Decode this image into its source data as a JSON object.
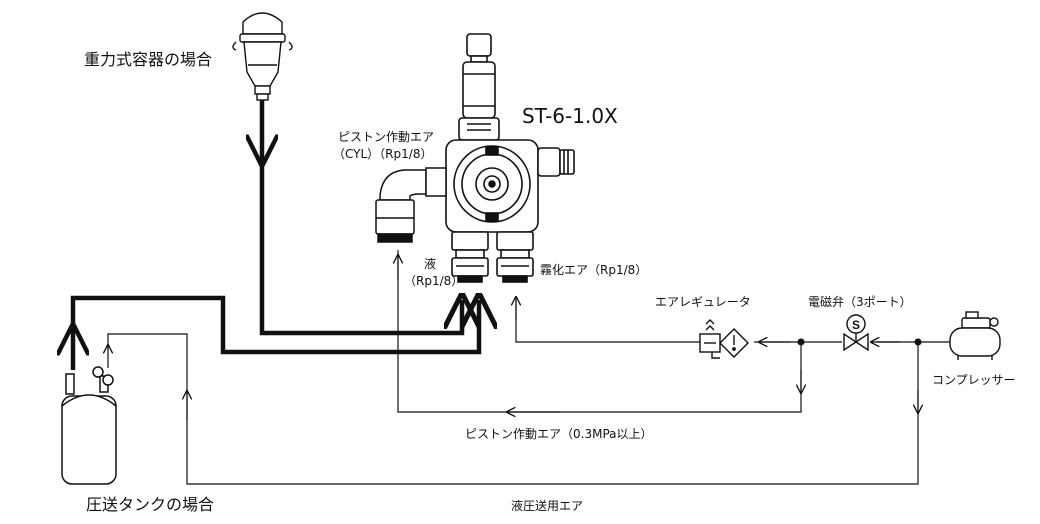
{
  "labels": {
    "gravity_container": "重力式容器の場合",
    "model": "ST-6-1.0X",
    "piston_air_port_line1": "ピストン作動エア",
    "piston_air_port_line2": "（CYL）（Rp1/8）",
    "liquid_port_line1": "液",
    "liquid_port_line2": "（Rp1/8）",
    "atomizing_air_port": "霧化エア（Rp1/8）",
    "air_regulator": "エアレギュレータ",
    "solenoid_valve": "電磁弁（3ポート）",
    "compressor": "コンプレッサー",
    "piston_air_line": "ピストン作動エア（0.3MPa以上）",
    "pressure_tank": "圧送タンクの場合",
    "tank_pressure_air": "液圧送用エア"
  },
  "icons": [
    "gravity-container-icon",
    "spray-gun-icon",
    "elbow-fitting-icon",
    "air-regulator-icon",
    "solenoid-valve-icon",
    "compressor-icon",
    "pressure-tank-icon"
  ]
}
